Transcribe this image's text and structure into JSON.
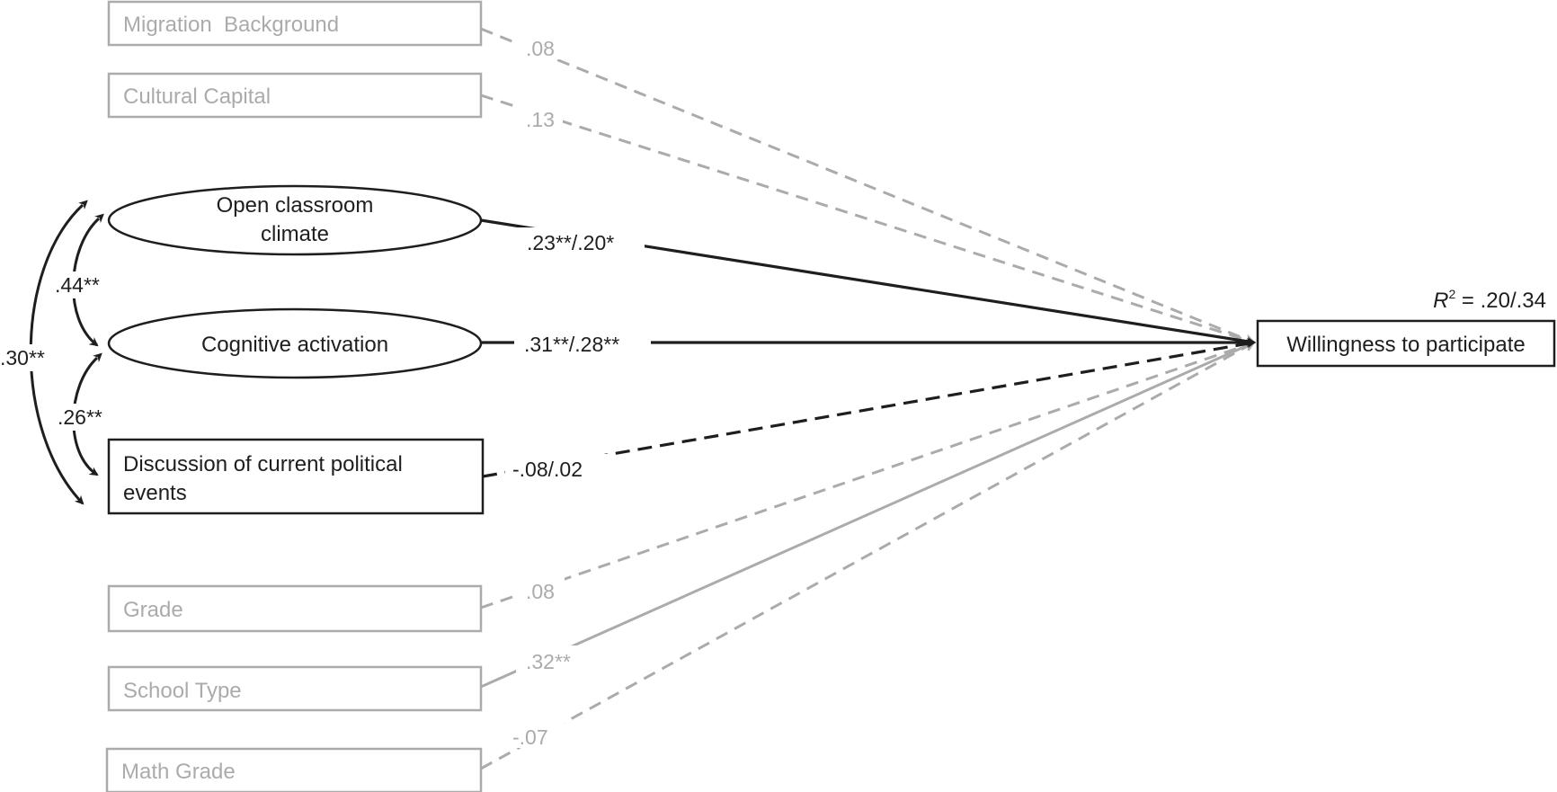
{
  "covariates_top": {
    "migration": {
      "label": "Migration  Background",
      "coef": ".08"
    },
    "cultural": {
      "label": "Cultural Capital",
      "coef": ".13"
    }
  },
  "predictors": {
    "open": {
      "label_line1": "Open classroom",
      "label_line2": "climate",
      "coef": ".23**/.20*"
    },
    "cognitive": {
      "label": "Cognitive activation",
      "coef": ".31**/.28**"
    },
    "discussion": {
      "label_line1": "Discussion of current political",
      "label_line2": "events",
      "coef": "-.08/.02"
    }
  },
  "correlations": {
    "open_cognitive": ".44**",
    "cognitive_discussion": ".26**",
    "open_discussion": ".30**"
  },
  "covariates_bottom": {
    "grade": {
      "label": "Grade",
      "coef": ".08"
    },
    "school": {
      "label": "School Type",
      "coef": ".32**"
    },
    "math": {
      "label": "Math Grade",
      "coef": "-.07"
    }
  },
  "outcome": {
    "label": "Willingness to participate",
    "r2_symbol": "R",
    "r2_exponent": "2",
    "r2_value": " = .20/.34"
  },
  "colors": {
    "dark": "#1e1e1e",
    "gray": "#ababab"
  }
}
